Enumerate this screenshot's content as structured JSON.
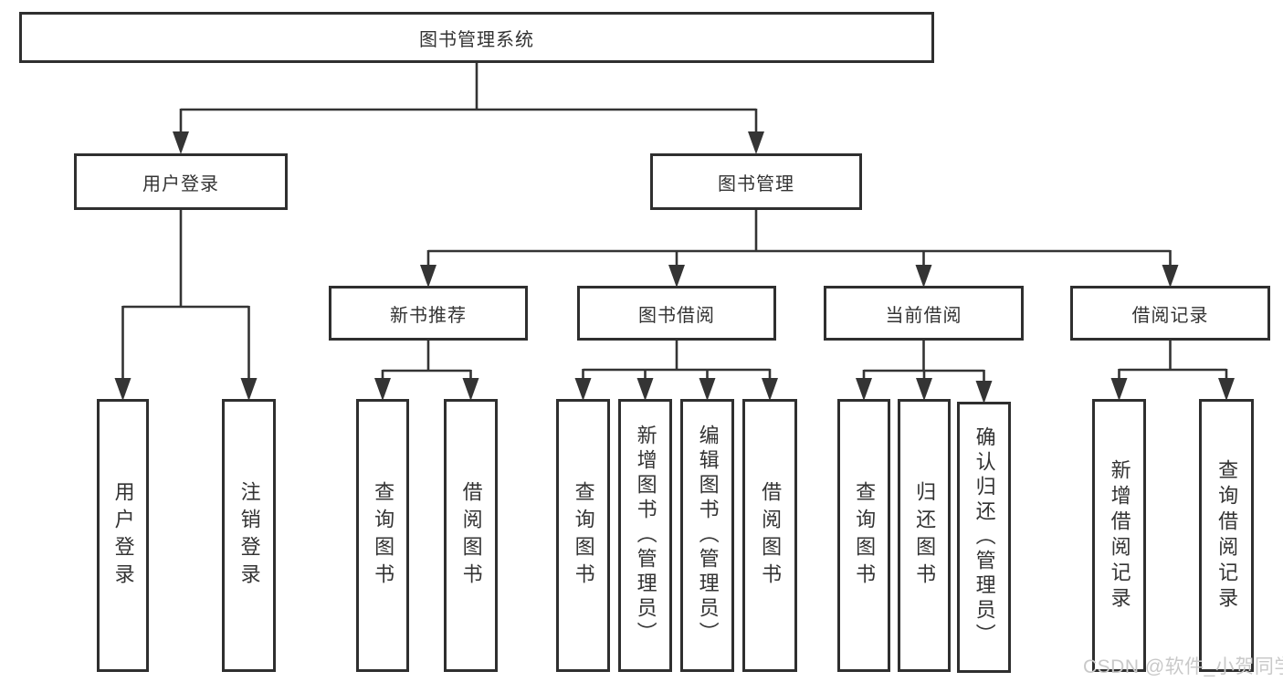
{
  "diagram": {
    "root": "图书管理系统",
    "level2": [
      "用户登录",
      "图书管理"
    ],
    "level3": [
      "新书推荐",
      "图书借阅",
      "当前借阅",
      "借阅记录"
    ],
    "leaves": {
      "user_login": [
        "用户登录",
        "注销登录"
      ],
      "recommend": [
        "查询图书",
        "借阅图书"
      ],
      "borrow": [
        "查询图书",
        "新增图书（管理员）",
        "编辑图书（管理员）",
        "借阅图书"
      ],
      "current": [
        "查询图书",
        "归还图书",
        "确认归还（管理员）"
      ],
      "records": [
        "新增借阅记录",
        "查询借阅记录"
      ]
    },
    "watermark": "CSDN @软件_小贺同学",
    "colors": {
      "line": "#343434",
      "border": "#2f2f2f",
      "text": "#333333",
      "watermark": "#c9c9c9",
      "background": "#ffffff"
    }
  }
}
